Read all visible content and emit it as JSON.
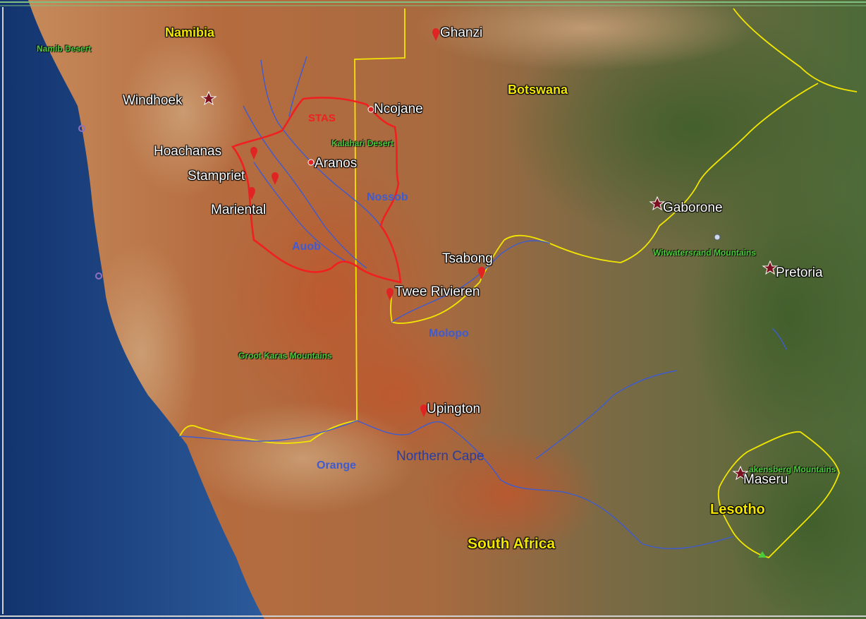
{
  "map": {
    "countries": [
      {
        "id": "namibia",
        "text": "Namibia"
      },
      {
        "id": "botswana",
        "text": "Botswana"
      },
      {
        "id": "south-africa",
        "text": "South Africa"
      },
      {
        "id": "lesotho",
        "text": "Lesotho"
      }
    ],
    "towns": [
      {
        "id": "ghanzi",
        "text": "Ghanzi"
      },
      {
        "id": "windhoek",
        "text": "Windhoek"
      },
      {
        "id": "ncojane",
        "text": "Ncojane"
      },
      {
        "id": "hoachanas",
        "text": "Hoachanas"
      },
      {
        "id": "aranos",
        "text": "Aranos"
      },
      {
        "id": "stampriet",
        "text": "Stampriet"
      },
      {
        "id": "mariental",
        "text": "Mariental"
      },
      {
        "id": "gaborone",
        "text": "Gaborone"
      },
      {
        "id": "tsabong",
        "text": "Tsabong"
      },
      {
        "id": "twee-rivieren",
        "text": "Twee Rivieren"
      },
      {
        "id": "pretoria",
        "text": "Pretoria"
      },
      {
        "id": "upington",
        "text": "Upington"
      },
      {
        "id": "maseru",
        "text": "Maseru"
      }
    ],
    "features": [
      {
        "id": "namib-desert",
        "text": "Namib Desert"
      },
      {
        "id": "kalahari-desert",
        "text": "Kalahari Desert"
      },
      {
        "id": "witwatersrand",
        "text": "Witwatersrand Mountains"
      },
      {
        "id": "groot-karas",
        "text": "Groot Karas Mountains"
      },
      {
        "id": "drakensberg",
        "text": "akensberg Mountains"
      }
    ],
    "rivers": [
      {
        "id": "nossob",
        "text": "Nossob"
      },
      {
        "id": "auob",
        "text": "Auob"
      },
      {
        "id": "molopo",
        "text": "Molopo"
      },
      {
        "id": "orange",
        "text": "Orange"
      }
    ],
    "aquifer_label": "STAS",
    "region_label": "Northern Cape",
    "colors": {
      "ocean": "#1d3f7c",
      "desert": "#b06a3c",
      "vegetation": "#5f6b3a",
      "border": "#f2e600",
      "river": "#3e5bd0",
      "aquifer": "#f02020",
      "marker": "#e02424",
      "capital": "#7a1020"
    }
  }
}
